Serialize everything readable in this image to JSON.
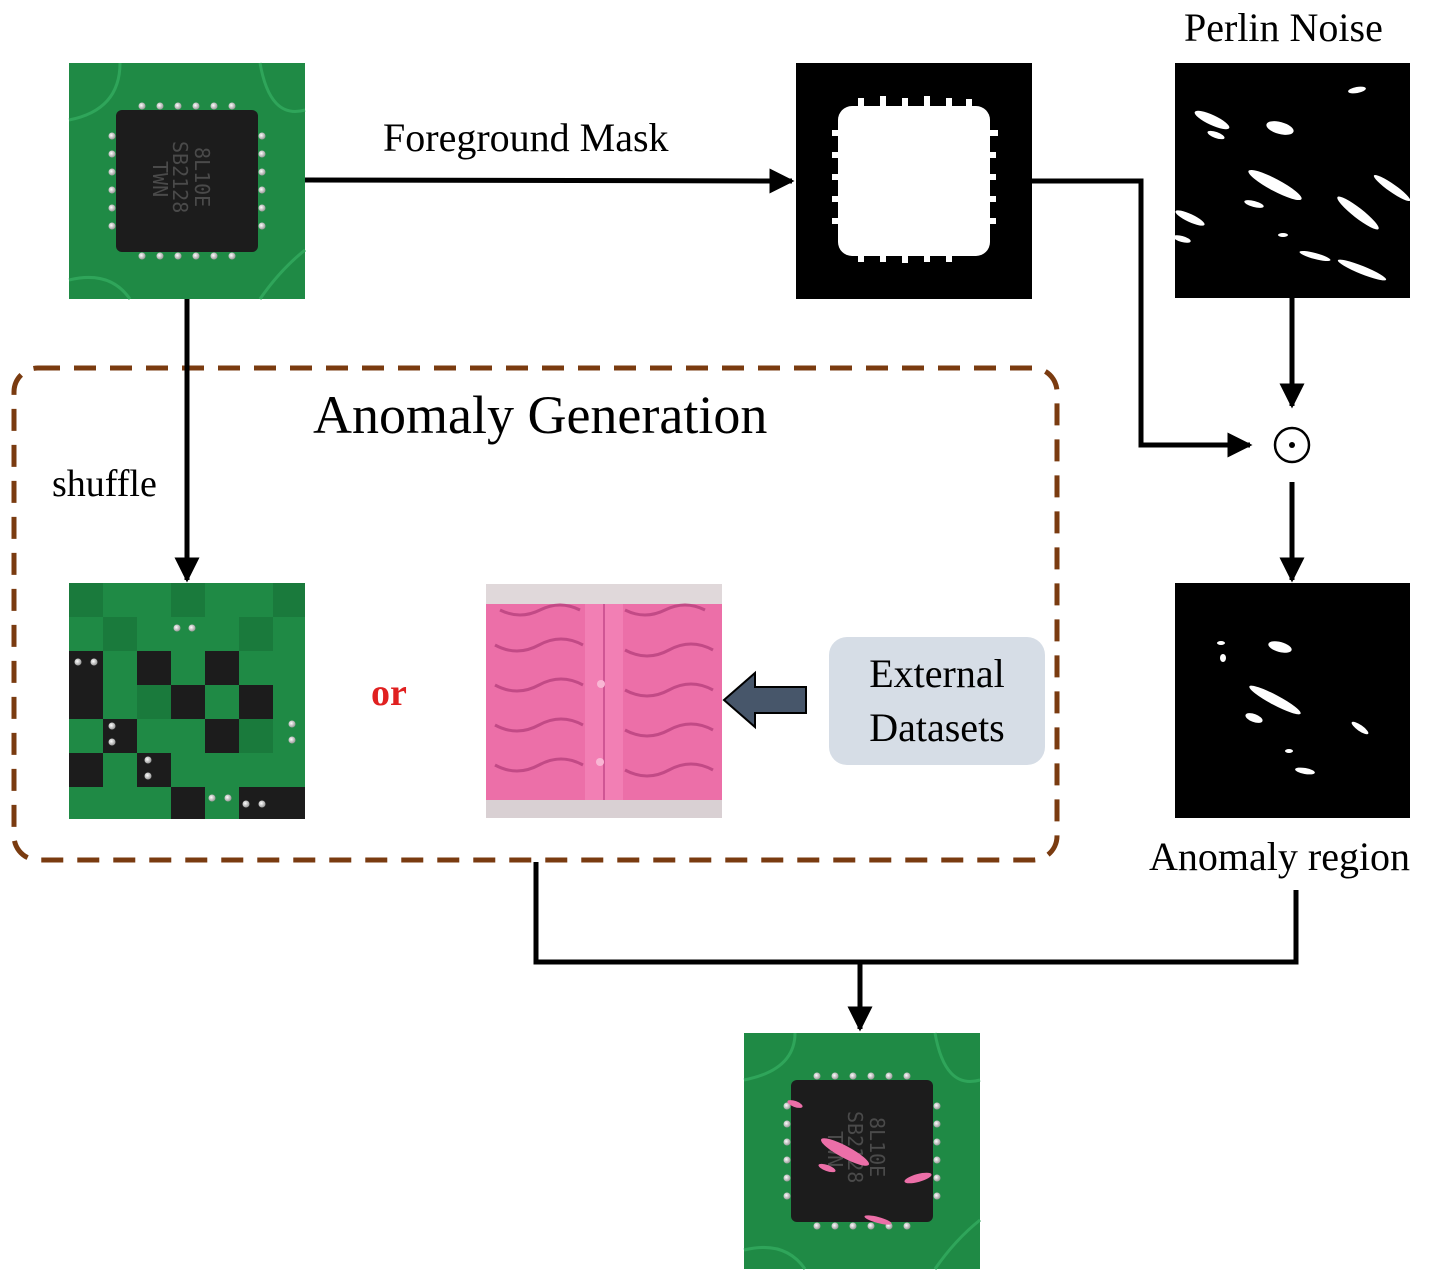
{
  "labels": {
    "foreground_mask": "Foreground Mask",
    "perlin_noise": "Perlin Noise",
    "anomaly_generation": "Anomaly Generation",
    "shuffle": "shuffle",
    "or": "or",
    "external_datasets_line1": "External",
    "external_datasets_line2": "Datasets",
    "anomaly_region": "Anomaly region",
    "elementwise_product": "⊙",
    "chip_marking_line1": "8L10E",
    "chip_marking_line2": "SB2128",
    "chip_marking_line3": "TWN"
  },
  "colors": {
    "pcb_green": "#1f8a45",
    "chip_black": "#1c1c1c",
    "dashed_box": "#7a3b10",
    "or_text": "#e02020",
    "fabric_pink": "#ec6fa8",
    "external_box": "#d6dde6",
    "block_arrow": "#47566a"
  },
  "icons": {
    "arrow": "arrow-icon",
    "block_arrow": "block-arrow-icon",
    "product_operator": "circle-dot-icon"
  }
}
